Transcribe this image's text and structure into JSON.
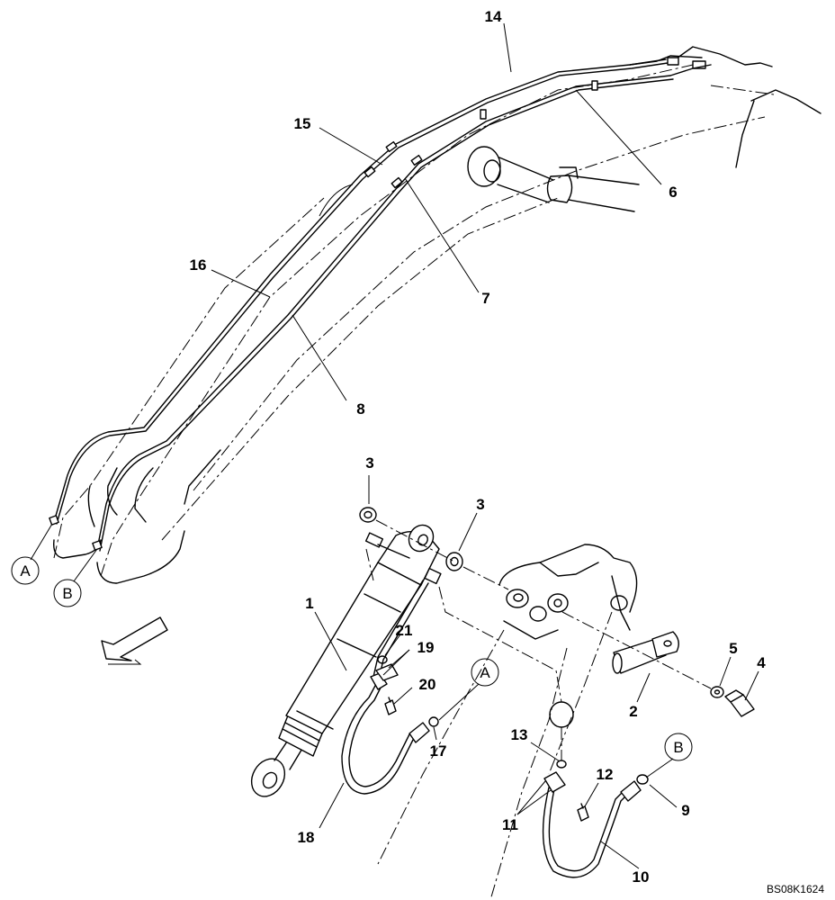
{
  "callouts": {
    "n1": "1",
    "n2": "2",
    "n3a": "3",
    "n3b": "3",
    "n4": "4",
    "n5": "5",
    "n6": "6",
    "n7": "7",
    "n8": "8",
    "n9": "9",
    "n10": "10",
    "n11": "11",
    "n12": "12",
    "n13": "13",
    "n14": "14",
    "n15": "15",
    "n16": "16",
    "n17": "17",
    "n18": "18",
    "n19": "19",
    "n20": "20",
    "n21": "21"
  },
  "connectors": {
    "a_top": "A",
    "b_top": "B",
    "a_bottom": "A",
    "b_bottom": "B"
  },
  "drawing_code": "BS08K1624"
}
